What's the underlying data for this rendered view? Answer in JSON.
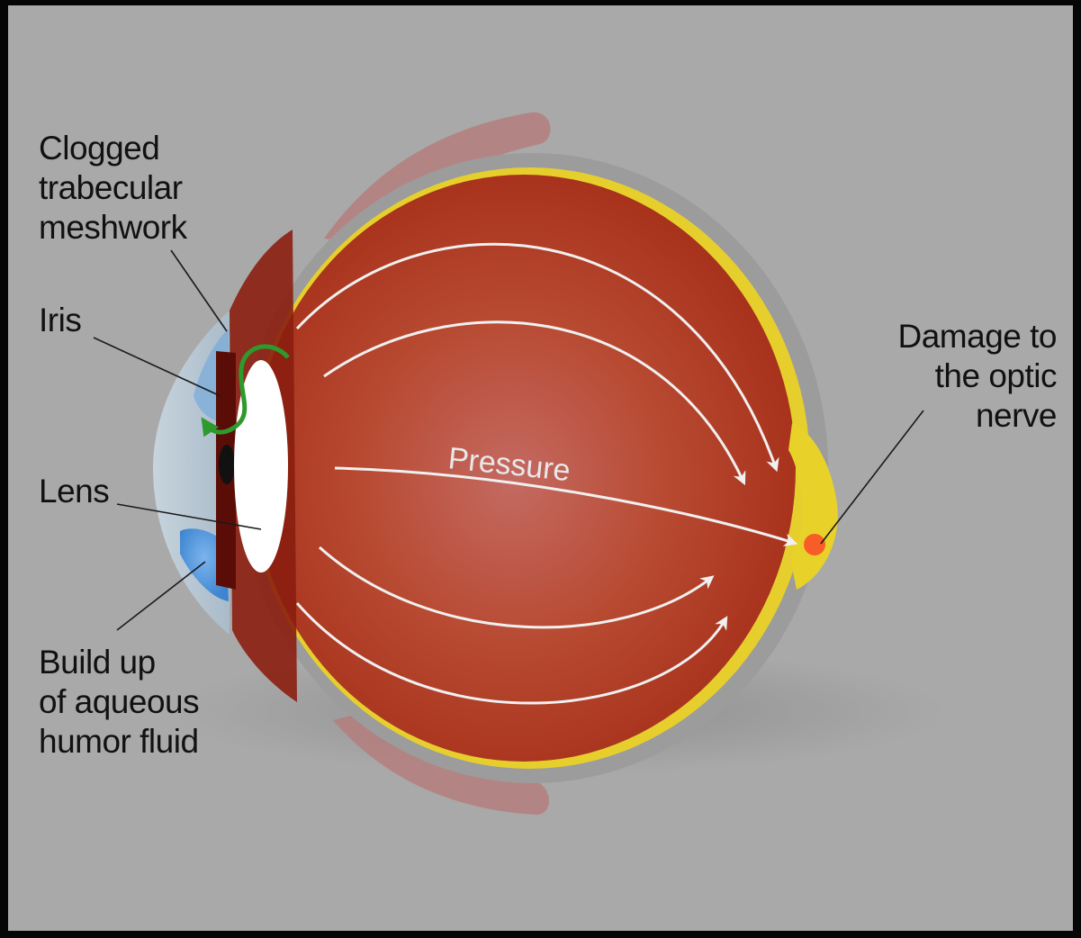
{
  "labels": {
    "clogged_trabecular_meshwork": [
      "Clogged",
      "trabecular",
      "meshwork"
    ],
    "iris": "Iris",
    "lens": "Lens",
    "build_up_aqueous_humor": [
      "Build up",
      "of aqueous",
      "humor fluid"
    ],
    "damage_optic_nerve": [
      "Damage to",
      "the optic",
      "nerve"
    ],
    "pressure": "Pressure"
  },
  "colors": {
    "background": "#a9a9a9",
    "eyeball": "#b33a22",
    "sclera": "#9e9e9e",
    "retina": "#e8d02a",
    "cornea": "#b8c9d8",
    "fluid": "#4a8fd6",
    "flow_arrow": "#2e9a2e",
    "pressure_arrows": "#f2f2f2",
    "leader_lines": "#1a1a1a"
  }
}
